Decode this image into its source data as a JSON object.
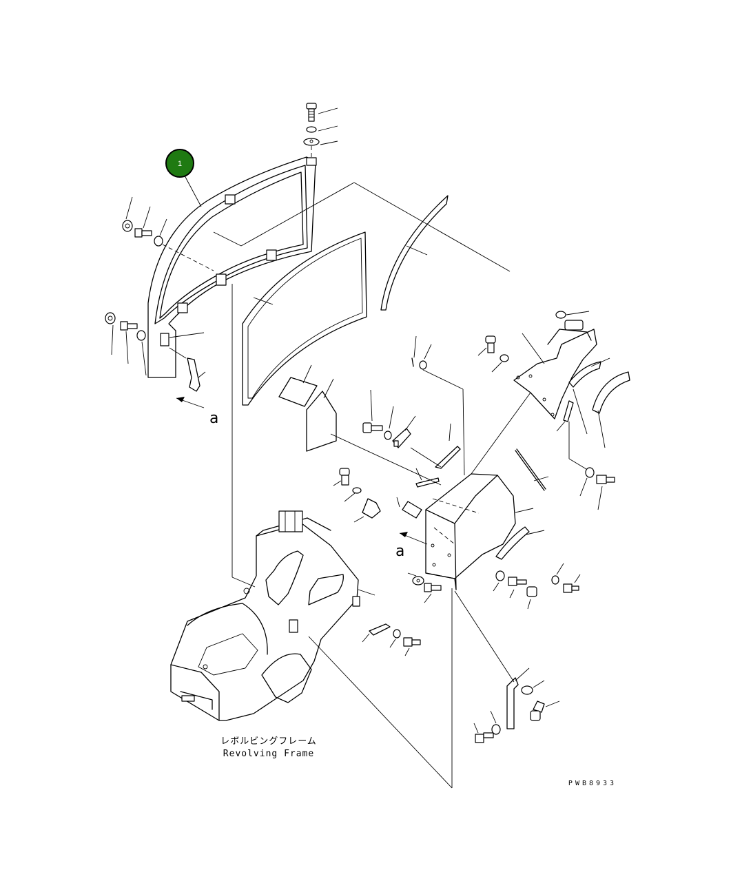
{
  "callout": {
    "number": "1"
  },
  "view_markers": {
    "left": "a",
    "right": "a"
  },
  "frame_label": {
    "japanese": "レボルビングフレーム",
    "english": "Revolving Frame"
  },
  "drawing_code": "PWB8933",
  "colors": {
    "callout_fill": "#1f7a12",
    "line": "#000000",
    "background": "#ffffff"
  }
}
